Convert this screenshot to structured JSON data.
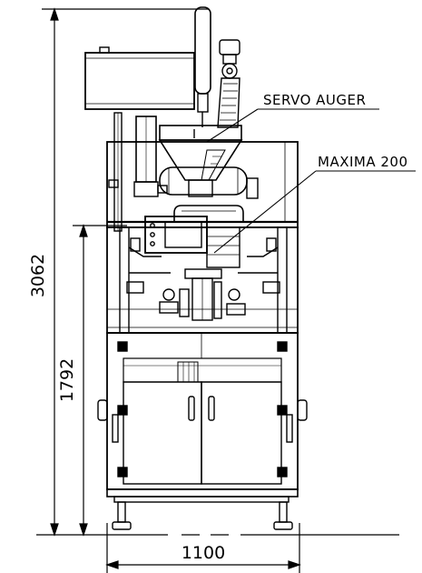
{
  "drawing": {
    "callouts": {
      "servo_auger": "SERVO AUGER",
      "maxima": "MAXIMA 200"
    },
    "dimensions": {
      "overall_height": "3062",
      "lower_height": "1792",
      "overall_width": "1100"
    },
    "colors": {
      "ink": "#000000",
      "background": "#ffffff"
    }
  }
}
